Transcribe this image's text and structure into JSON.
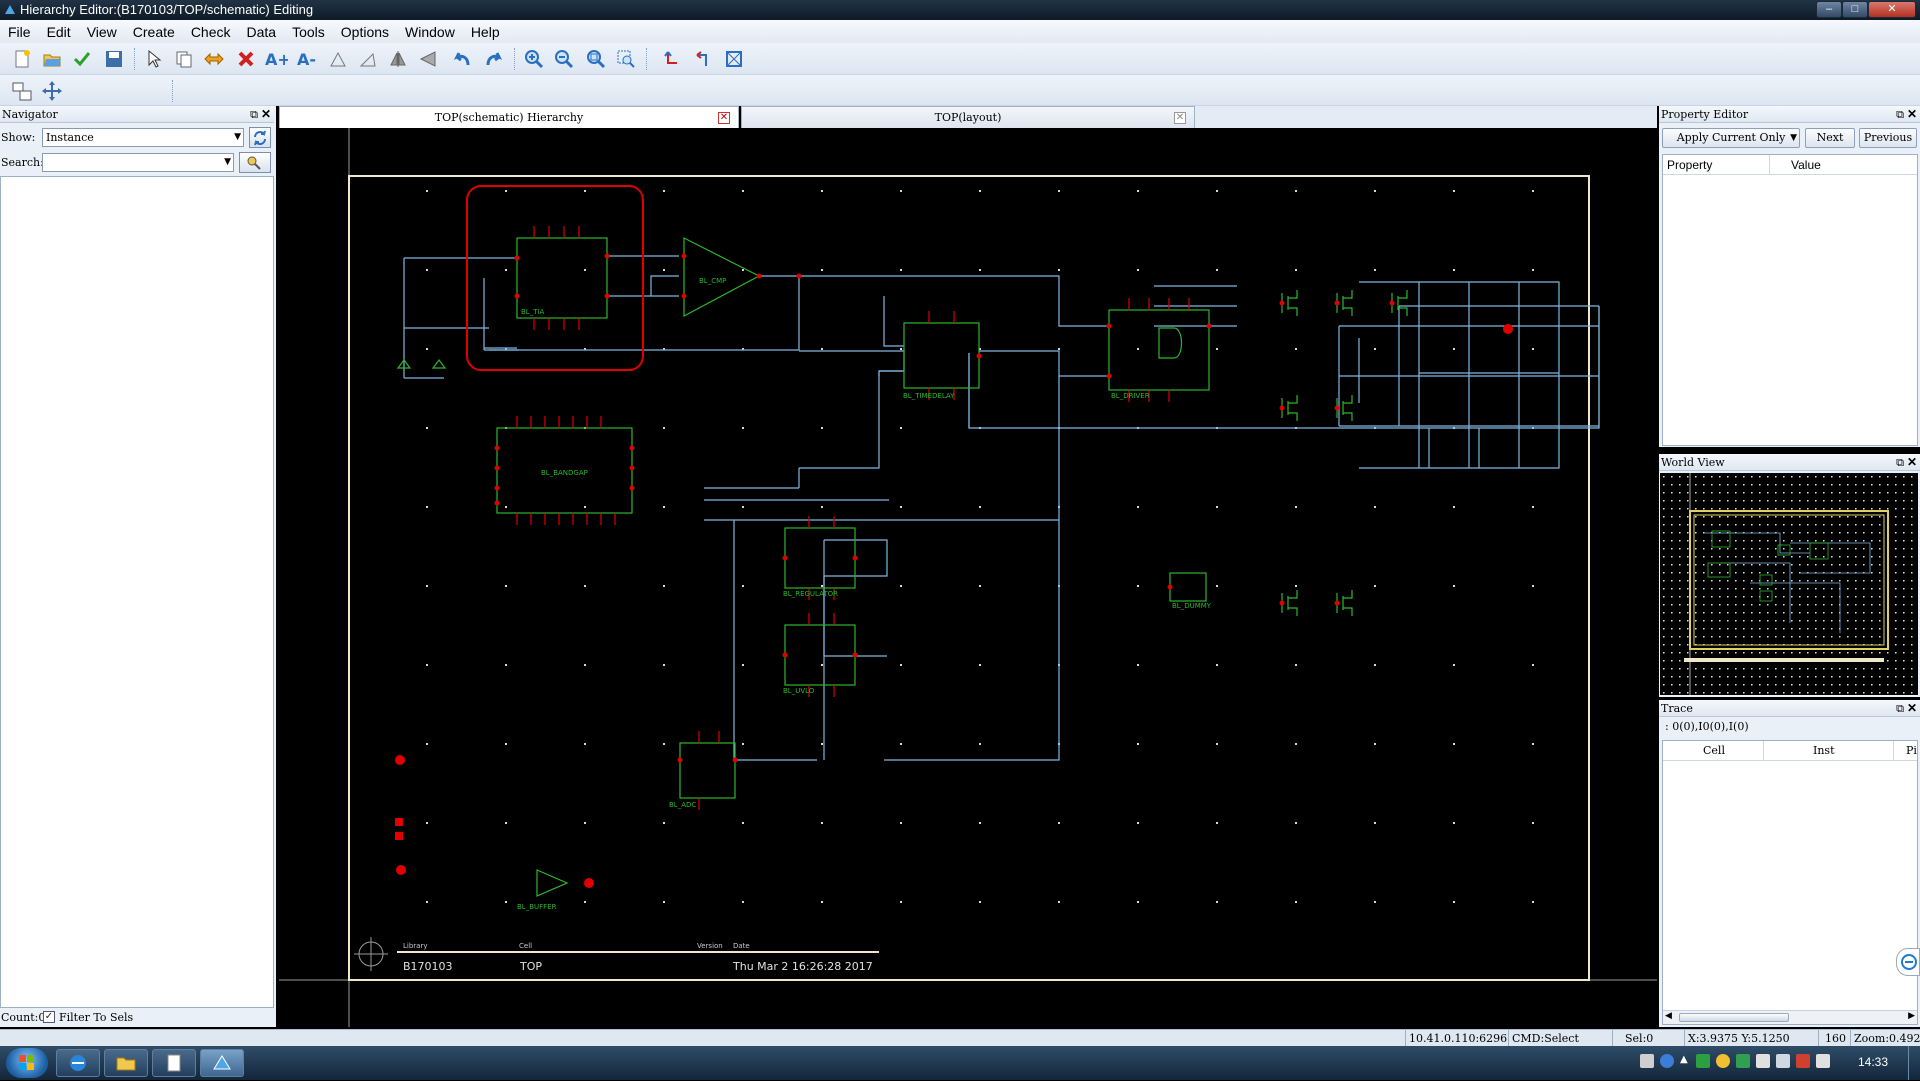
{
  "window": {
    "title": "Hierarchy Editor:(B170103/TOP/schematic) Editing"
  },
  "menu": [
    "File",
    "Edit",
    "View",
    "Create",
    "Check",
    "Data",
    "Tools",
    "Options",
    "Window",
    "Help"
  ],
  "navigator": {
    "title": "Navigator",
    "show_label": "Show:",
    "show_value": "Instance",
    "search_label": "Search:",
    "search_value": "",
    "count_label": "Count:0",
    "filter_label": "Filter To Sels"
  },
  "tabs": [
    {
      "label": "TOP(schematic) Hierarchy",
      "active": true
    },
    {
      "label": "TOP(layout)",
      "active": false
    }
  ],
  "schematic": {
    "blocks": {
      "tia": "BL_TIA",
      "cmp": "BL_CMP",
      "timedelay": "BL_TIMEDELAY",
      "driver": "BL_DRIVER",
      "bandgap": "BL_BANDGAP",
      "regulator": "BL_REGULATOR",
      "uvlo": "BL_UVLO",
      "adc": "BL_ADC",
      "dummy": "BL_DUMMY",
      "buffer": "BL_BUFFER"
    },
    "titleblock": {
      "library_label": "Library",
      "cell_label": "Cell",
      "version_label": "Version",
      "date_label": "Date",
      "library": "B170103",
      "cell": "TOP",
      "date": "Thu Mar  2 16:26:28 2017"
    }
  },
  "property_editor": {
    "title": "Property Editor",
    "apply_label": "Apply Current Only",
    "next_label": "Next",
    "previous_label": "Previous",
    "col_property": "Property",
    "col_value": "Value"
  },
  "world_view": {
    "title": "World View"
  },
  "trace": {
    "title": "Trace",
    "path": ": 0(0),I0(0),I(0)",
    "col_cell": "Cell",
    "col_inst": "Inst",
    "col_pin": "Pi"
  },
  "status": {
    "ip": "10.41.0.110:6296",
    "cmd": "CMD:Select",
    "sel": "Sel:0",
    "coords": "X:3.9375 Y:5.1250",
    "grid": "160",
    "zoom": "Zoom:0.4921"
  },
  "taskbar": {
    "clock": "14:33"
  },
  "colors": {
    "wire": "#7fb6e0",
    "block": "#2db62d",
    "pin": "#e00000",
    "frame": "#f0e6c8",
    "highlight": "#e00000"
  }
}
